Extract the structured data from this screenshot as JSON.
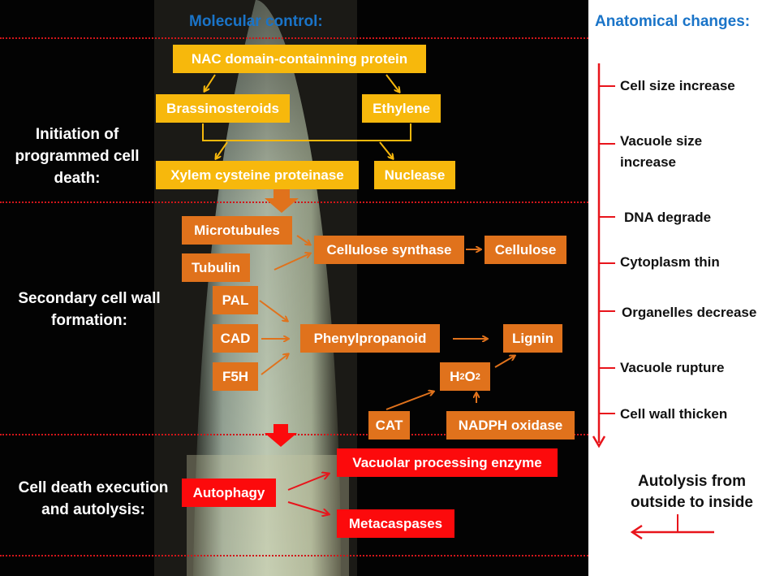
{
  "headings": {
    "molecular": "Molecular control:",
    "anatomical": "Anatomical changes:"
  },
  "stages": [
    {
      "label_line1": "Initiation of",
      "label_line2": "programmed cell",
      "label_line3": "death:"
    },
    {
      "label_line1": "Secondary cell wall",
      "label_line2": "formation:"
    },
    {
      "label_line1": "Cell death execution",
      "label_line2": "and autolysis:"
    }
  ],
  "initiation": {
    "nac": "NAC domain-containning protein",
    "brassinosteroids": "Brassinosteroids",
    "ethylene": "Ethylene",
    "xcp": "Xylem cysteine proteinase",
    "nuclease": "Nuclease"
  },
  "cell_wall": {
    "microtubules": "Microtubules",
    "tubulin": "Tubulin",
    "cellulose_synthase": "Cellulose synthase",
    "cellulose": "Cellulose",
    "pal": "PAL",
    "cad": "CAD",
    "f5h": "F5H",
    "phenylpropanoid": "Phenylpropanoid",
    "lignin": "Lignin",
    "h2o2_h": "H",
    "h2o2_sub1": "2",
    "h2o2_o": "O",
    "h2o2_sub2": "2",
    "cat": "CAT",
    "nadph": "NADPH oxidase"
  },
  "execution": {
    "autophagy": "Autophagy",
    "vpe": "Vacuolar processing enzyme",
    "metacaspases": "Metacaspases"
  },
  "anatomical_changes": [
    "Cell size increase",
    "Vacuole size",
    "increase",
    "DNA degrade",
    "Cytoplasm thin",
    "Organelles decrease",
    "Vacuole rupture",
    "Cell wall thicken"
  ],
  "autolysis": {
    "line1": "Autolysis from",
    "line2": "outside to inside"
  },
  "colors": {
    "initiation": "#f7b80c",
    "cell_wall": "#e0721c",
    "execution": "#fc0a0c",
    "heading": "#1a74c8",
    "timeline": "#e8141b"
  }
}
